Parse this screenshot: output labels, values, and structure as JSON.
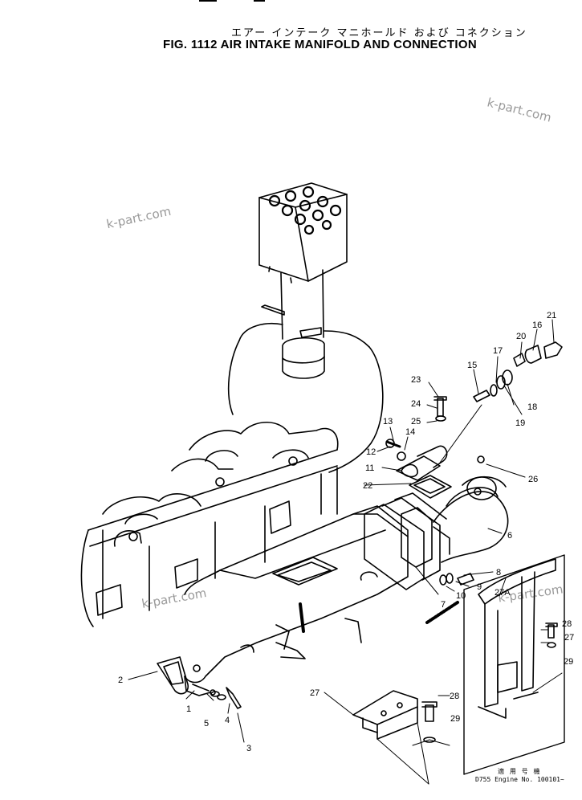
{
  "title_jp": "エアー インテーク マニホールド および コネクション",
  "title_en": "FIG. 1112  AIR INTAKE MANIFOLD AND CONNECTION",
  "watermarks": [
    "k-part.com",
    "k-part.com",
    "k-part.com",
    "k-part.com"
  ],
  "labels": {
    "l1": "1",
    "l2": "2",
    "l3": "3",
    "l4": "4",
    "l5": "5",
    "l6": "6",
    "l7": "7",
    "l8": "8",
    "l9": "9",
    "l10": "10",
    "l11": "11",
    "l12": "12",
    "l13": "13",
    "l14": "14",
    "l15": "15",
    "l16": "16",
    "l17": "17",
    "l18": "18",
    "l19": "19",
    "l20": "20",
    "l21": "21",
    "l22": "22",
    "l23": "23",
    "l24": "24",
    "l25": "25",
    "l26": "26",
    "l27a": "27",
    "l27b": "27",
    "l27A": "27A",
    "l28a": "28",
    "l28b": "28",
    "l29a": "29",
    "l29b": "29"
  },
  "inset_note_jp": "適 用 号 機",
  "inset_note_en": "D755  Engine  No. 100101~"
}
